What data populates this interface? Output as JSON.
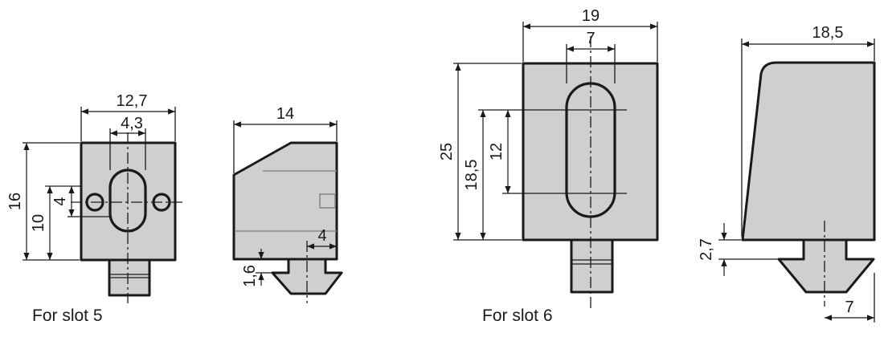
{
  "captions": {
    "slot5": "For slot 5",
    "slot6": "For slot 6"
  },
  "dims": {
    "slot5_front": {
      "width": "12,7",
      "slot_width": "4,3",
      "height": "16",
      "slot_center": "10",
      "hole_spacing": "4"
    },
    "slot5_side": {
      "depth": "14",
      "tab": "4",
      "gap": "1,6"
    },
    "slot6_front": {
      "width": "19",
      "slot_width": "7",
      "height": "25",
      "slot_center": "18,5",
      "slot_length": "12"
    },
    "slot6_side": {
      "depth": "18,5",
      "gap": "2,7",
      "tab": "7"
    }
  },
  "colors": {
    "body": "#cfcfcf",
    "line": "#1a1a1a",
    "detail": "#888888"
  }
}
